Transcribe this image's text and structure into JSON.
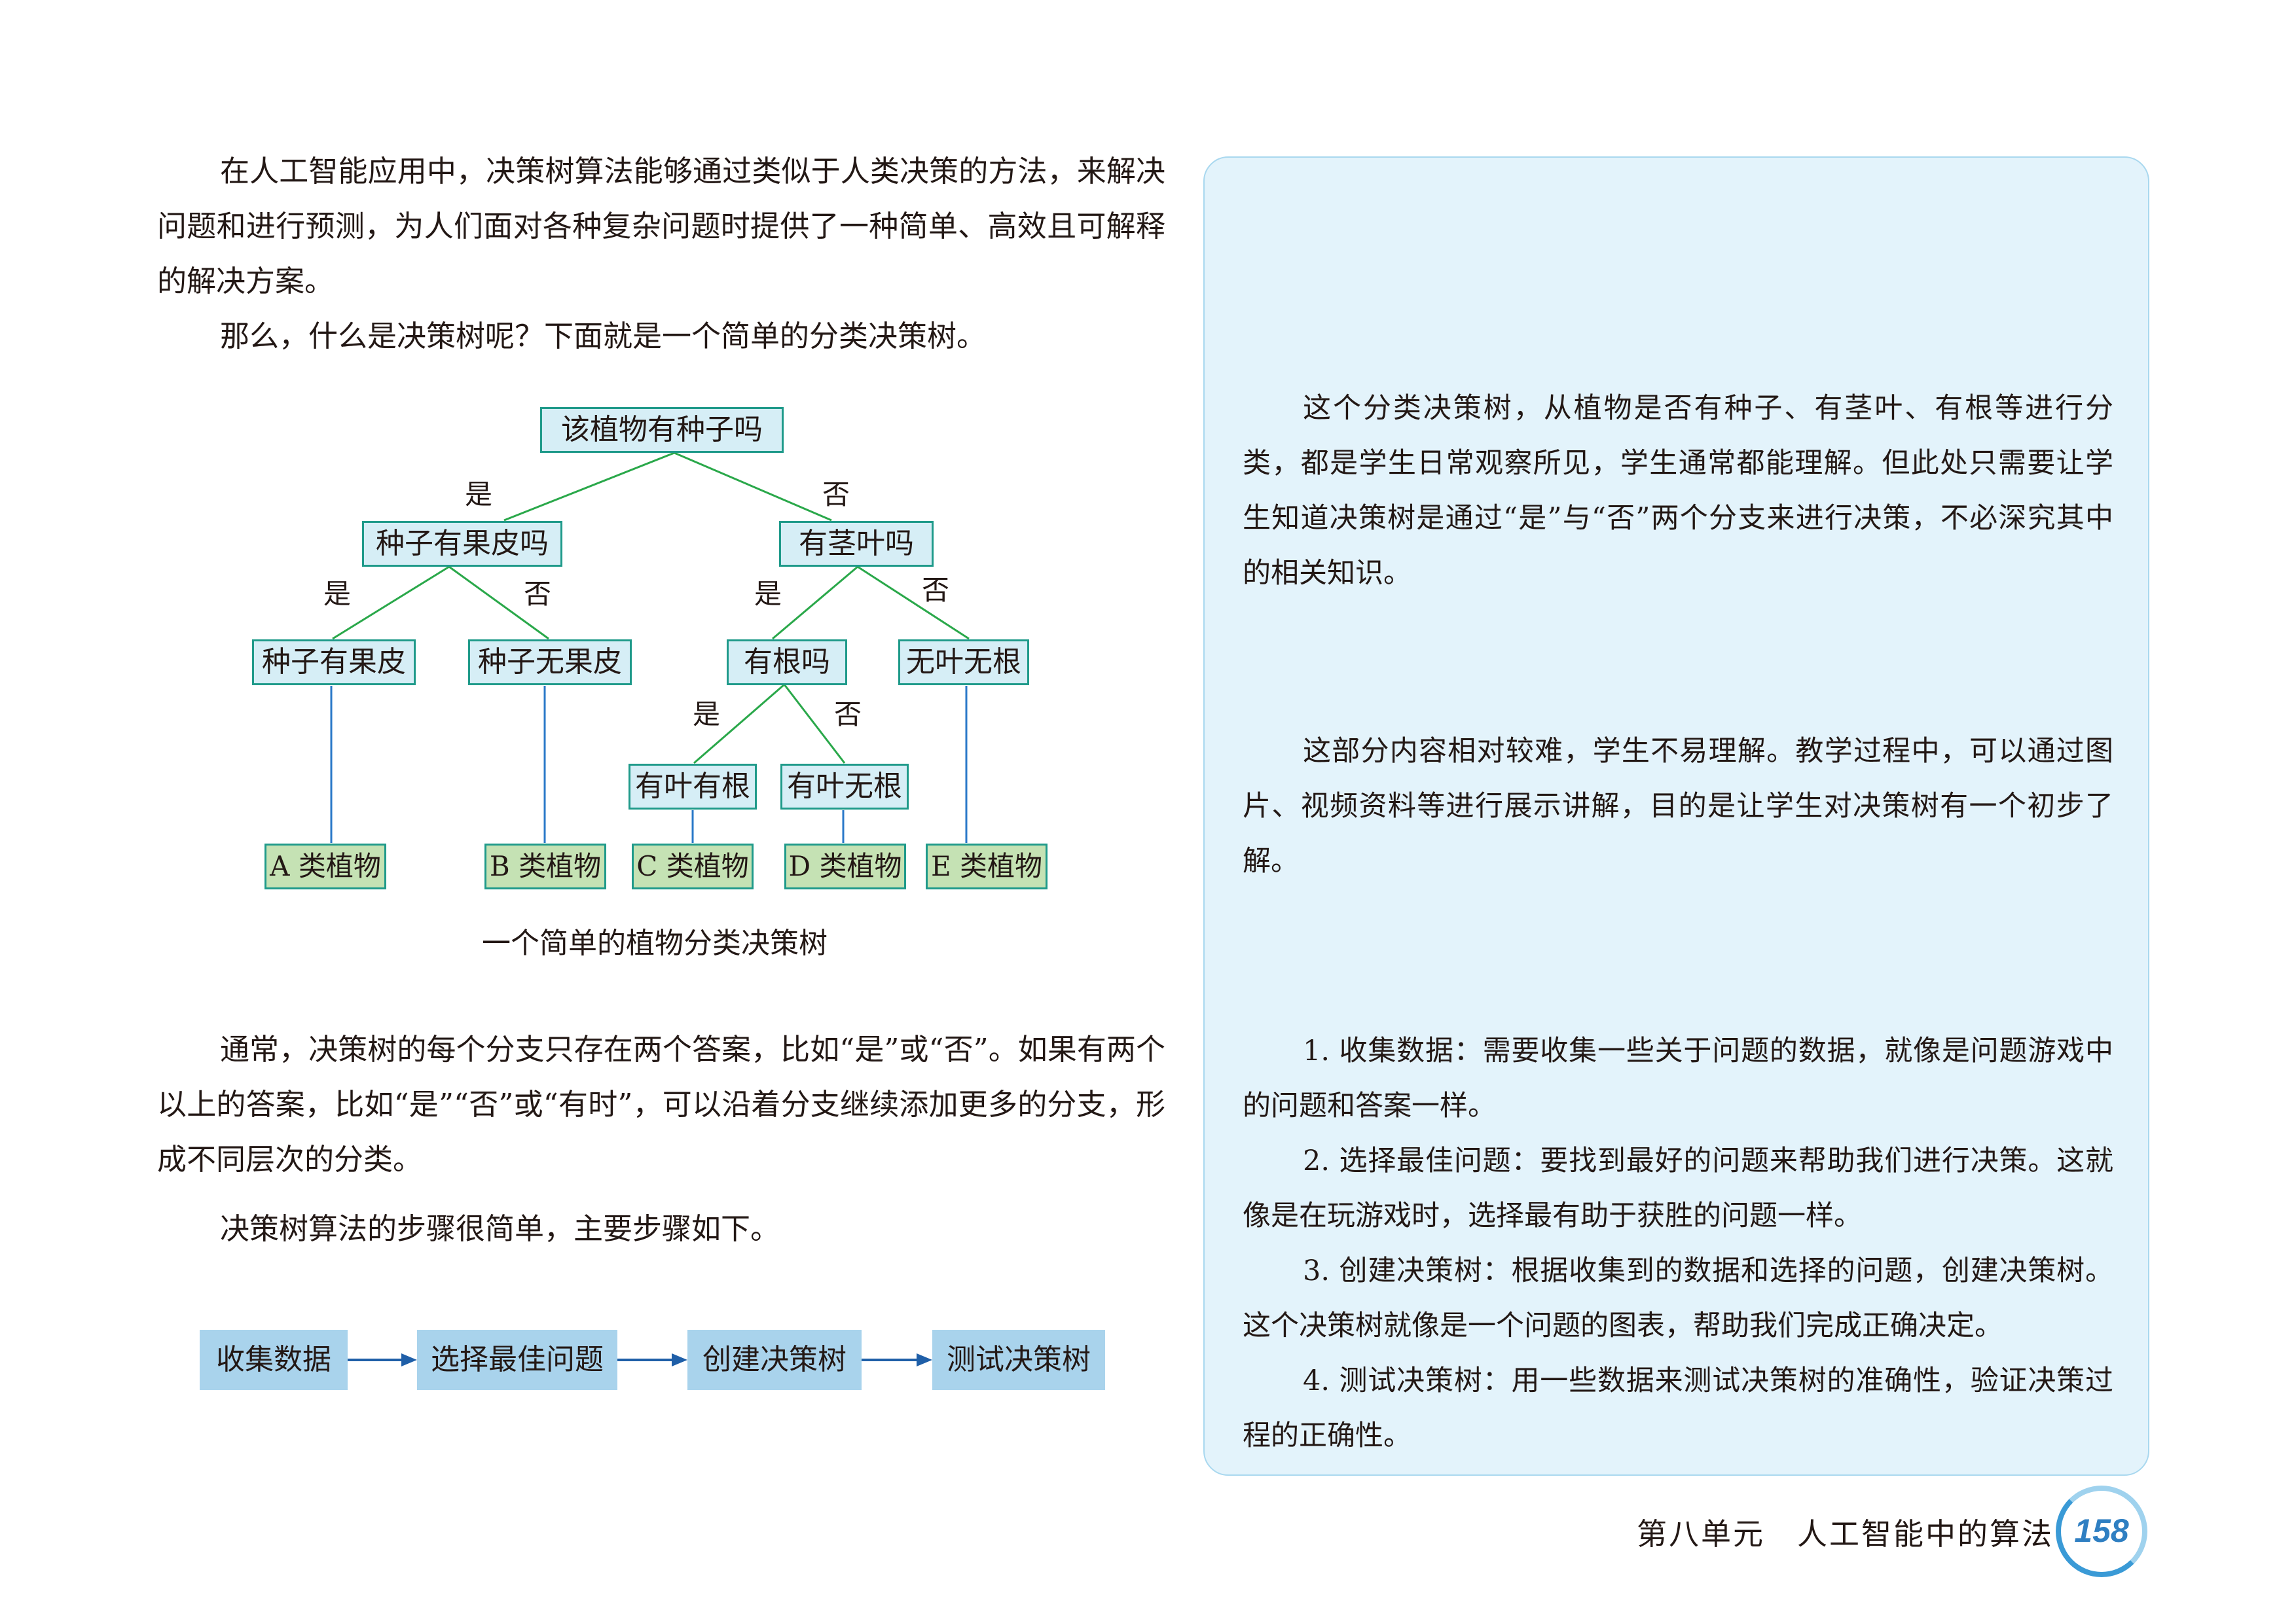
{
  "intro": {
    "paragraph1": "在人工智能应用中，决策树算法能够通过类似于人类决策的方法，来解决问题和进行预测，为人们面对各种复杂问题时提供了一种简单、高效且可解释的解决方案。",
    "paragraph2": "那么，什么是决策树呢？下面就是一个简单的分类决策树。"
  },
  "tree": {
    "root": "该植物有种子吗",
    "node_seed_peel": "种子有果皮吗",
    "node_stem_leaf": "有茎叶吗",
    "node_seed_has_peel": "种子有果皮",
    "node_seed_no_peel": "种子无果皮",
    "node_has_root": "有根吗",
    "node_no_leaf_no_root": "无叶无根",
    "node_leaf_root": "有叶有根",
    "node_leaf_no_root": "有叶无根",
    "leaf_a": "A 类植物",
    "leaf_b": "B 类植物",
    "leaf_c": "C 类植物",
    "leaf_d": "D 类植物",
    "leaf_e": "E 类植物",
    "yes": "是",
    "no": "否",
    "caption": "一个简单的植物分类决策树"
  },
  "body": {
    "paragraph3": "通常，决策树的每个分支只存在两个答案，比如“是”或“否”。如果有两个以上的答案，比如“是”“否”或“有时”，可以沿着分支继续添加更多的分支，形成不同层次的分类。",
    "paragraph4": "决策树算法的步骤很简单，主要步骤如下。"
  },
  "flow": {
    "step1": "收集数据",
    "step2": "选择最佳问题",
    "step3": "创建决策树",
    "step4": "测试决策树"
  },
  "notes": {
    "note1": "这个分类决策树，从植物是否有种子、有茎叶、有根等进行分类，都是学生日常观察所见，学生通常都能理解。但此处只需要让学生知道决策树是通过“是”与“否”两个分支来进行决策，不必深究其中的相关知识。",
    "note2": "这部分内容相对较难，学生不易理解。教学过程中，可以通过图片、视频资料等进行展示讲解，目的是让学生对决策树有一个初步了解。",
    "steps": [
      "1. 收集数据：需要收集一些关于问题的数据，就像是问题游戏中的问题和答案一样。",
      "2. 选择最佳问题：要找到最好的问题来帮助我们进行决策。这就像是在玩游戏时，选择最有助于获胜的问题一样。",
      "3. 创建决策树：根据收集到的数据和选择的问题，创建决策树。这个决策树就像是一个问题的图表，帮助我们完成正确决定。",
      "4. 测试决策树：用一些数据来测试决策树的准确性，验证决策过程的正确性。"
    ]
  },
  "footer": {
    "unit_title": "第八单元　人工智能中的算法",
    "page_number": "158"
  }
}
